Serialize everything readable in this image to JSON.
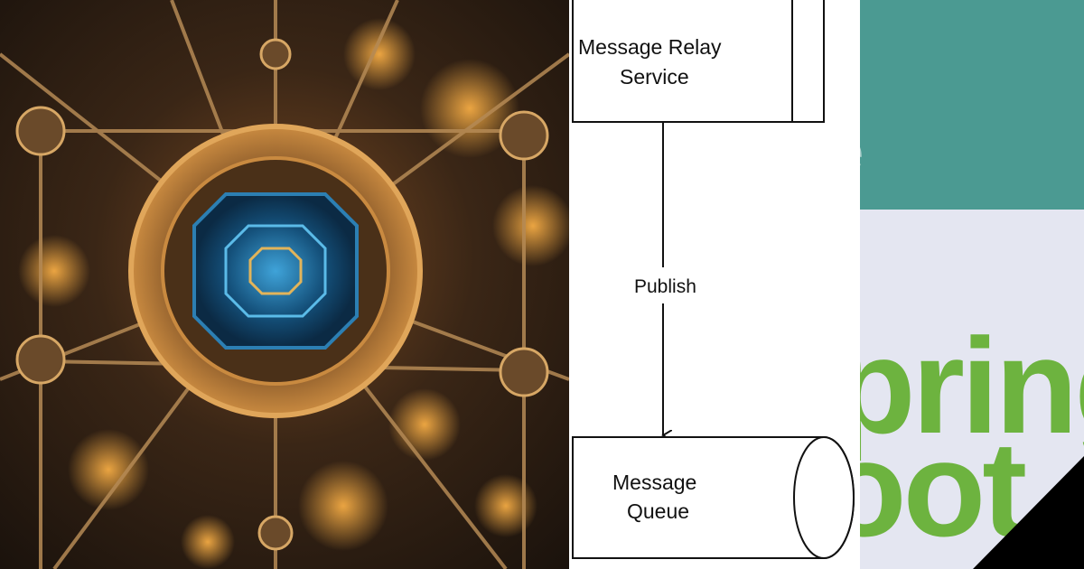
{
  "diagram": {
    "relay_label_line1": "Message Relay",
    "relay_label_line2": "Service",
    "edge_label": "Publish",
    "queue_label_line1": "Message",
    "queue_label_line2": "Queue"
  },
  "logo": {
    "teal_letter": "e",
    "word_line1": "pring",
    "word_line2": "oot"
  },
  "colors": {
    "teal": "#4b9a92",
    "spring_green": "#6db33f",
    "light_bg": "#e4e6f1",
    "diagram_stroke": "#111111"
  }
}
